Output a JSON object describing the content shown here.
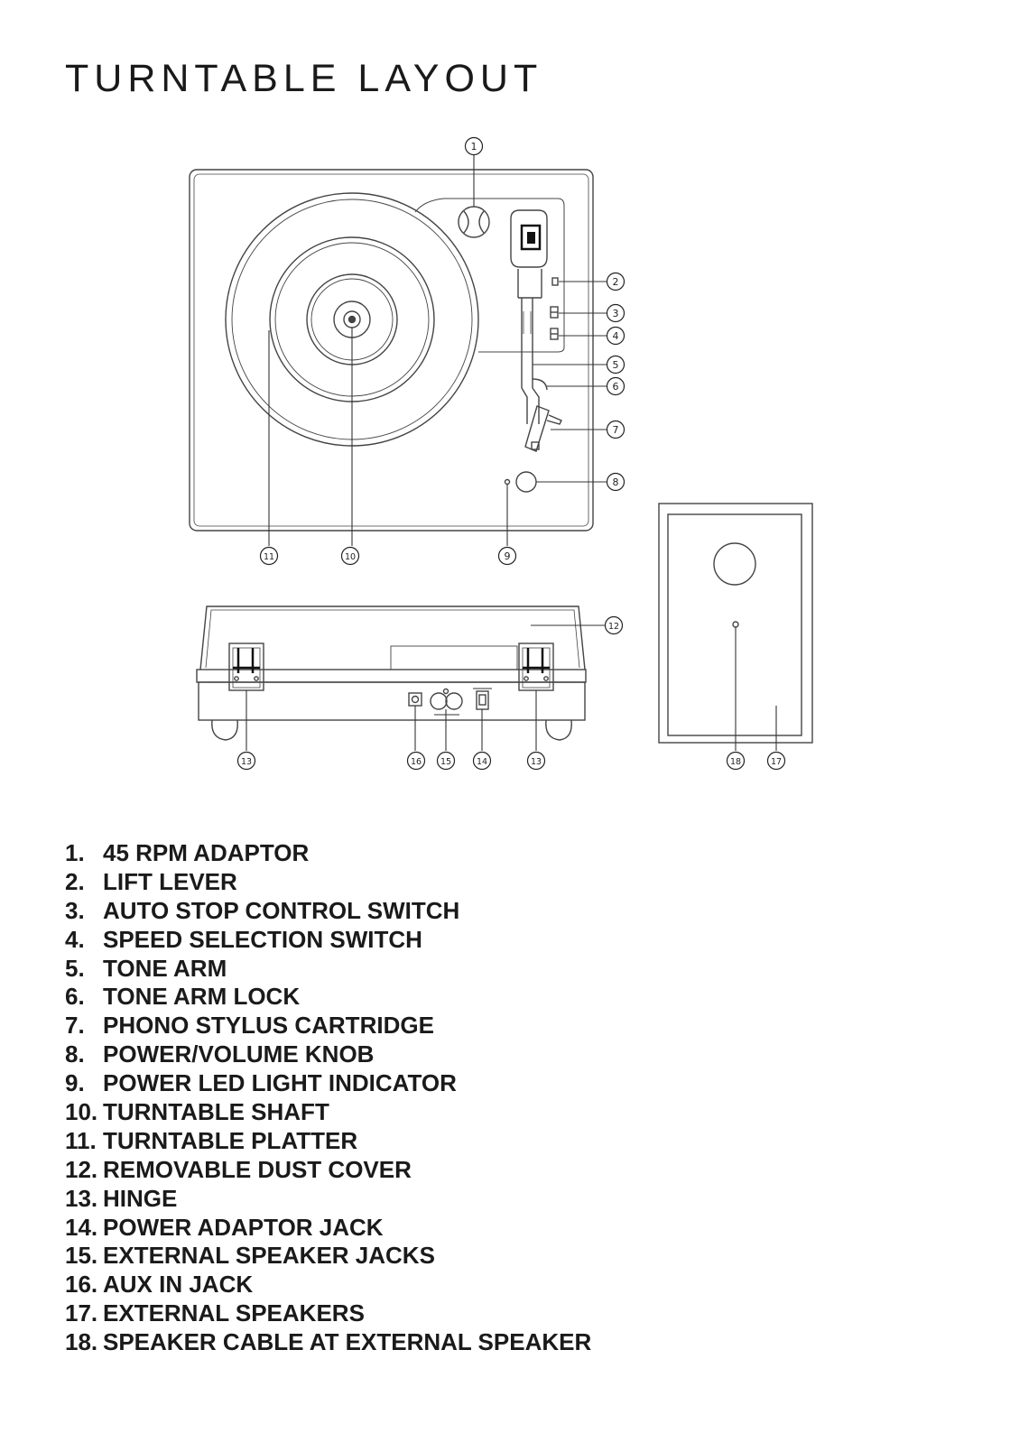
{
  "page": {
    "title": "TURNTABLE LAYOUT"
  },
  "callouts": [
    "1",
    "2",
    "3",
    "4",
    "5",
    "6",
    "7",
    "8",
    "9",
    "10",
    "11",
    "12",
    "13",
    "14",
    "15",
    "16",
    "17",
    "18"
  ],
  "parts": [
    {
      "number": "1.",
      "label": "45 RPM ADAPTOR"
    },
    {
      "number": "2.",
      "label": "LIFT LEVER"
    },
    {
      "number": "3.",
      "label": "AUTO STOP CONTROL SWITCH"
    },
    {
      "number": "4.",
      "label": "SPEED SELECTION SWITCH"
    },
    {
      "number": "5.",
      "label": "TONE ARM"
    },
    {
      "number": "6.",
      "label": "TONE ARM LOCK"
    },
    {
      "number": "7.",
      "label": "PHONO STYLUS CARTRIDGE"
    },
    {
      "number": "8.",
      "label": "POWER/VOLUME KNOB"
    },
    {
      "number": "9.",
      "label": "POWER LED LIGHT INDICATOR"
    },
    {
      "number": "10.",
      "label": "TURNTABLE SHAFT"
    },
    {
      "number": "11.",
      "label": "TURNTABLE PLATTER"
    },
    {
      "number": "12.",
      "label": "REMOVABLE DUST COVER"
    },
    {
      "number": "13.",
      "label": "HINGE"
    },
    {
      "number": "14.",
      "label": "POWER ADAPTOR JACK"
    },
    {
      "number": "15.",
      "label": "EXTERNAL SPEAKER JACKS"
    },
    {
      "number": "16.",
      "label": "AUX IN JACK"
    },
    {
      "number": "17.",
      "label": "EXTERNAL SPEAKERS"
    },
    {
      "number": "18.",
      "label": "SPEAKER CABLE AT EXTERNAL SPEAKER"
    }
  ]
}
